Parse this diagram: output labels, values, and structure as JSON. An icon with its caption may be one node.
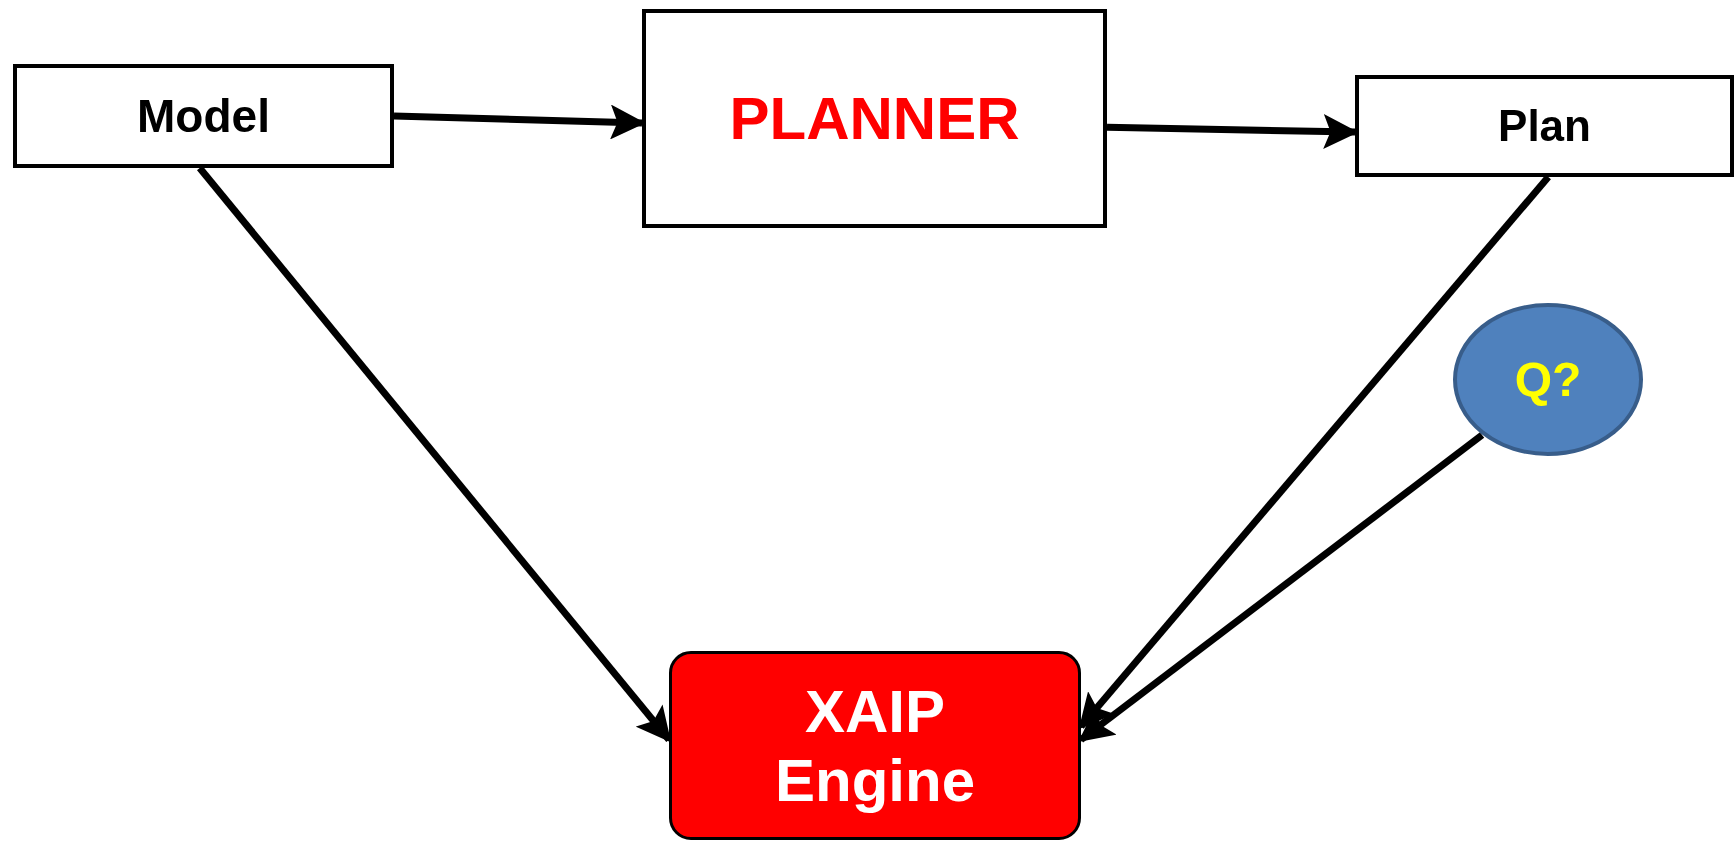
{
  "diagram": {
    "nodes": [
      {
        "text": [
          "Model"
        ]
      },
      {
        "text": [
          "PLANNER"
        ]
      },
      {
        "text": [
          "Plan"
        ]
      },
      {
        "text": [
          "Q?"
        ]
      },
      {
        "text": [
          "XAIP Engine"
        ]
      }
    ],
    "edges": [
      {
        "from": 0,
        "to": 1,
        "arrow": "to"
      },
      {
        "from": 1,
        "to": 2,
        "arrow": "to"
      },
      {
        "from": 0,
        "to": 4,
        "arrow": "to"
      },
      {
        "from": 2,
        "to": 4,
        "arrow": "to"
      },
      {
        "from": 3,
        "to": 4,
        "arrow": "to"
      }
    ]
  }
}
